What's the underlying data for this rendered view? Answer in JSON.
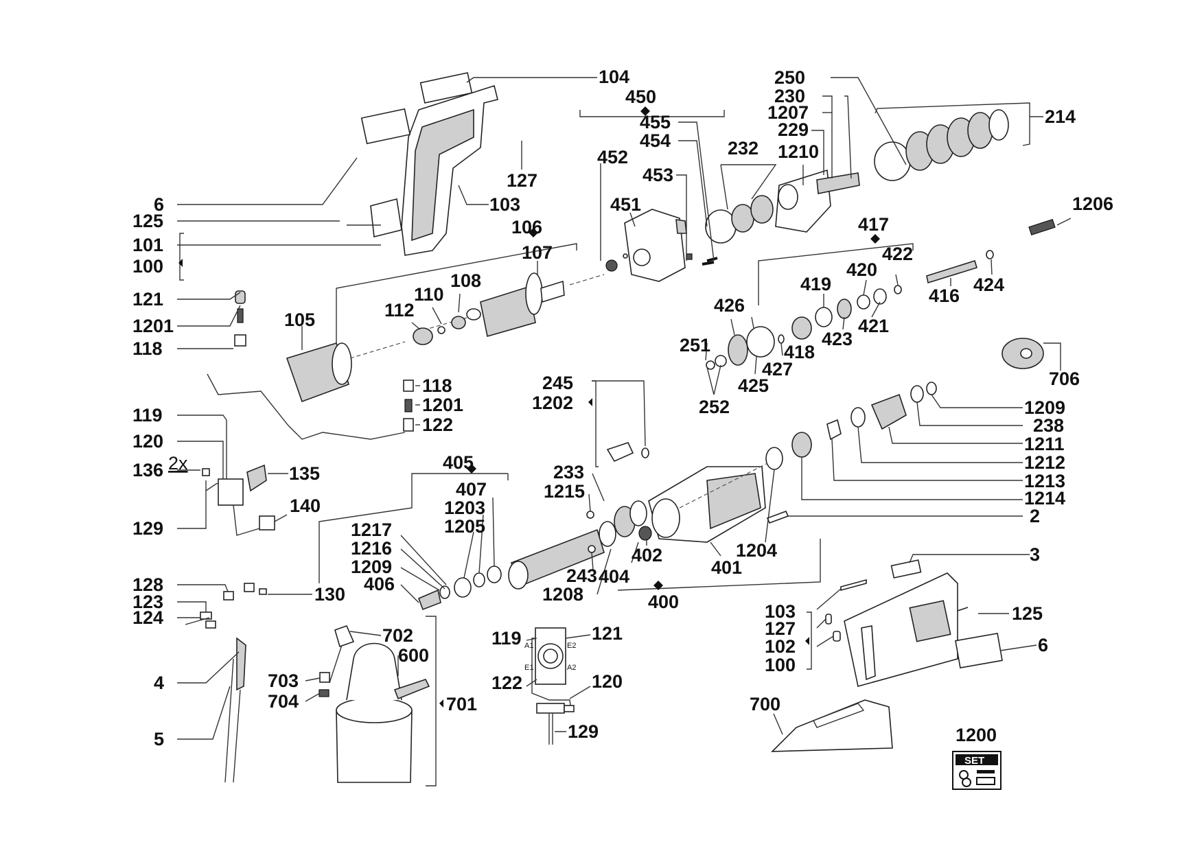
{
  "labels": {
    "l104": "104",
    "l450": "450",
    "l455": "455",
    "l454": "454",
    "l452": "452",
    "l453": "453",
    "l451": "451",
    "l6a": "6",
    "l125a": "125",
    "l101": "101",
    "l100a": "100",
    "l127a": "127",
    "l103a": "103",
    "l106": "106",
    "l107": "107",
    "l108": "108",
    "l110": "110",
    "l112": "112",
    "l121a": "121",
    "l1201a": "1201",
    "l118a": "118",
    "l105": "105",
    "l118b": "118",
    "l1201b": "1201",
    "l122a": "122",
    "l119a": "119",
    "l120a": "120",
    "l136": "136",
    "l2x": "2x",
    "l135": "135",
    "l140": "140",
    "l129a": "129",
    "l128": "128",
    "l123": "123",
    "l124": "124",
    "l130": "130",
    "l4": "4",
    "l5": "5",
    "l250": "250",
    "l230": "230",
    "l1207": "1207",
    "l229": "229",
    "l232": "232",
    "l1210": "1210",
    "l214": "214",
    "l1206": "1206",
    "l417": "417",
    "l422": "422",
    "l420": "420",
    "l419": "419",
    "l421": "421",
    "l423": "423",
    "l416": "416",
    "l424": "424",
    "l426": "426",
    "l251": "251",
    "l418": "418",
    "l427": "427",
    "l425": "425",
    "l252": "252",
    "l706": "706",
    "l245": "245",
    "l1202": "1202",
    "l405": "405",
    "l407": "407",
    "l1203": "1203",
    "l1205": "1205",
    "l1217": "1217",
    "l1216": "1216",
    "l1209a": "1209",
    "l406": "406",
    "l233": "233",
    "l1215": "1215",
    "l243": "243",
    "l1208": "1208",
    "l402": "402",
    "l404": "404",
    "l401": "401",
    "l1204": "1204",
    "l400": "400",
    "l1209b": "1209",
    "l238": "238",
    "l1211": "1211",
    "l1212": "1212",
    "l1213": "1213",
    "l1214": "1214",
    "l2": "2",
    "l3": "3",
    "l125b": "125",
    "l103b": "103",
    "l127b": "127",
    "l102": "102",
    "l6b": "6",
    "l100b": "100",
    "l702": "702",
    "l600": "600",
    "l703": "703",
    "l704": "704",
    "l701": "701",
    "l119b": "119",
    "l121b": "121",
    "l122b": "122",
    "l120b": "120",
    "l129b": "129",
    "l700": "700",
    "l1200": "1200"
  },
  "wiring_terminals": {
    "a1": "A1",
    "e2": "E2",
    "e1": "E1",
    "a2": "A2"
  },
  "set_badge": {
    "text": "SET"
  }
}
